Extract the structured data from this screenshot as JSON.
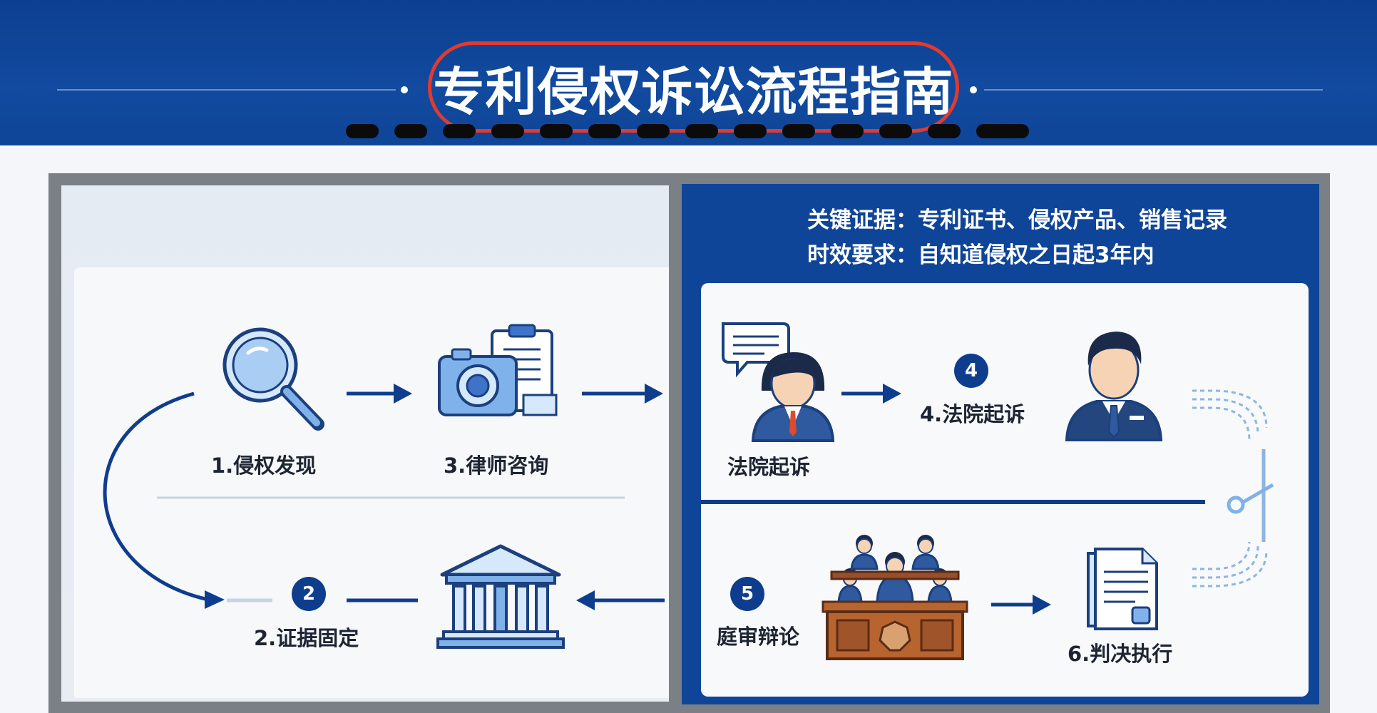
{
  "header": {
    "title": "专利侵权诉讼流程指南"
  },
  "info": {
    "evidence": "关键证据：专利证书、侵权产品、销售记录",
    "time_limit": "时效要求：自知道侵权之日起3年内"
  },
  "steps": {
    "s1": "1.侵权发现",
    "s2": "2.证据固定",
    "s2_badge": "2",
    "s3": "3.律师咨询",
    "court_filing": "法院起诉",
    "s4": "4.法院起诉",
    "s4_badge": "4",
    "s5": "庭审辩论",
    "s5_badge": "5",
    "s6": "6.判决执行"
  },
  "colors": {
    "primary": "#0f4598",
    "accent": "#e03b2e",
    "icon_blue": "#7fb2ea"
  }
}
